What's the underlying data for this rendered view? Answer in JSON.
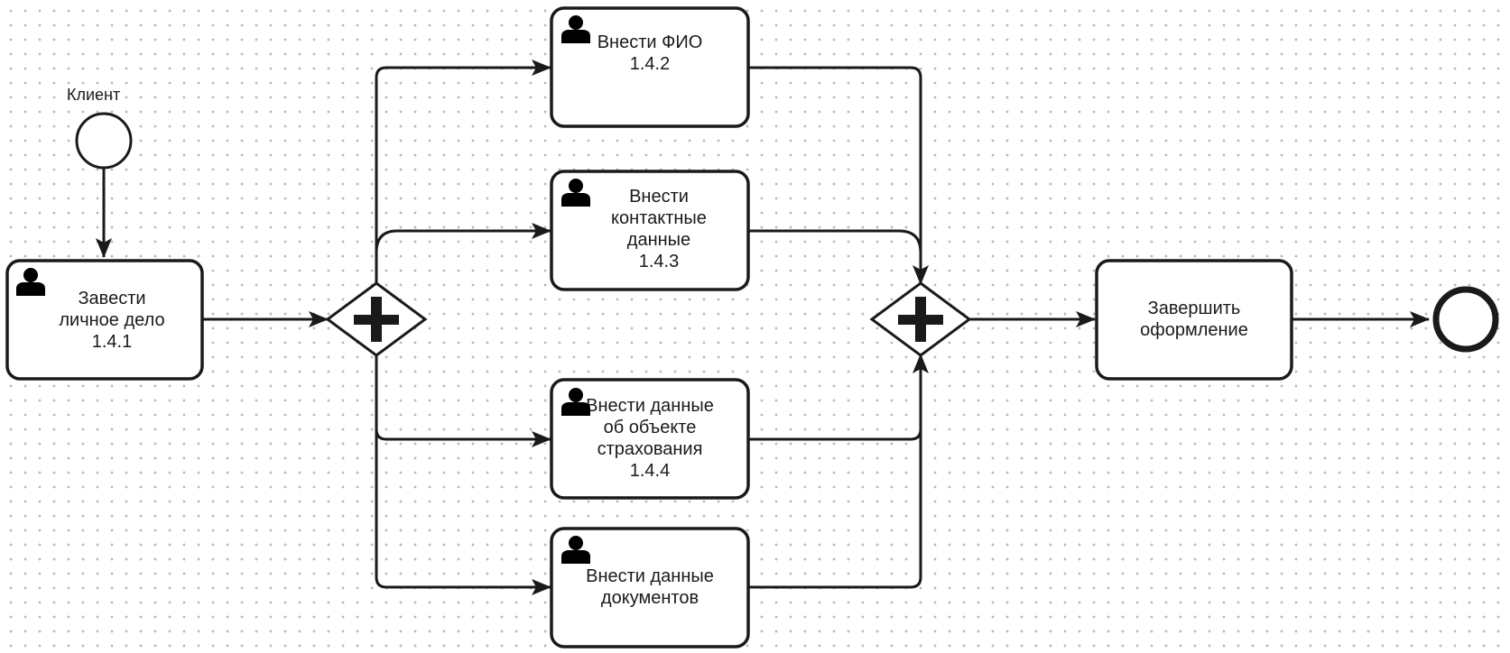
{
  "start_event": {
    "label": "Клиент"
  },
  "tasks": [
    {
      "id": "t141",
      "lines": [
        "Завести",
        "личное дело",
        "1.4.1"
      ],
      "icon": "user-icon"
    },
    {
      "id": "t142",
      "lines": [
        "Внести ФИО",
        "1.4.2"
      ],
      "icon": "user-icon"
    },
    {
      "id": "t143",
      "lines": [
        "Внести",
        "контактные",
        "данные",
        "1.4.3"
      ],
      "icon": "user-icon"
    },
    {
      "id": "t144",
      "lines": [
        "Внести данные",
        "об объекте",
        "страхования",
        "1.4.4"
      ],
      "icon": "user-icon"
    },
    {
      "id": "t145",
      "lines": [
        "Внести данные",
        "документов"
      ],
      "icon": "user-icon"
    },
    {
      "id": "tfin",
      "lines": [
        "Завершить",
        "оформление"
      ],
      "icon": ""
    }
  ],
  "gateways": [
    {
      "id": "split",
      "type": "parallel"
    },
    {
      "id": "join",
      "type": "parallel"
    }
  ],
  "end_event": {
    "label": ""
  }
}
